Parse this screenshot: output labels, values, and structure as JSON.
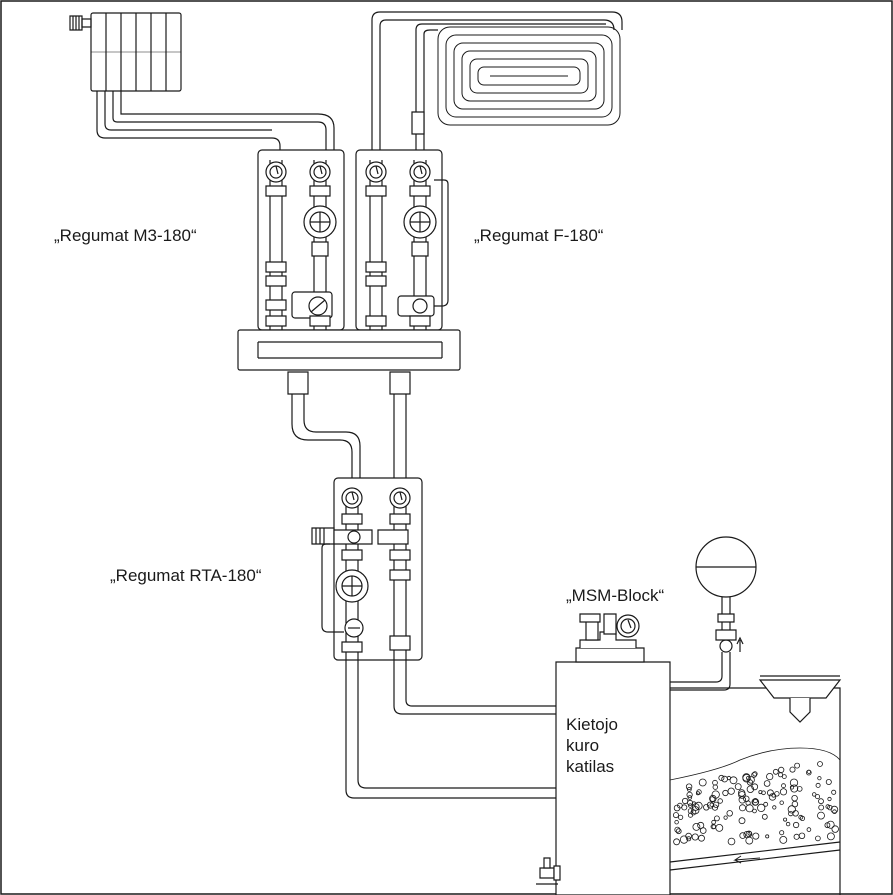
{
  "labels": {
    "regumat_m3": "„Regumat M3-180“",
    "regumat_f": "„Regumat F-180“",
    "regumat_rta": "„Regumat RTA-180“",
    "msm_block": "„MSM-Block“"
  },
  "boiler": {
    "line1": "Kietojo",
    "line2": "kuro",
    "line3": "katilas"
  },
  "colors": {
    "line": "#1a1a1a",
    "fill": "#ffffff",
    "background": "#ffffff"
  }
}
